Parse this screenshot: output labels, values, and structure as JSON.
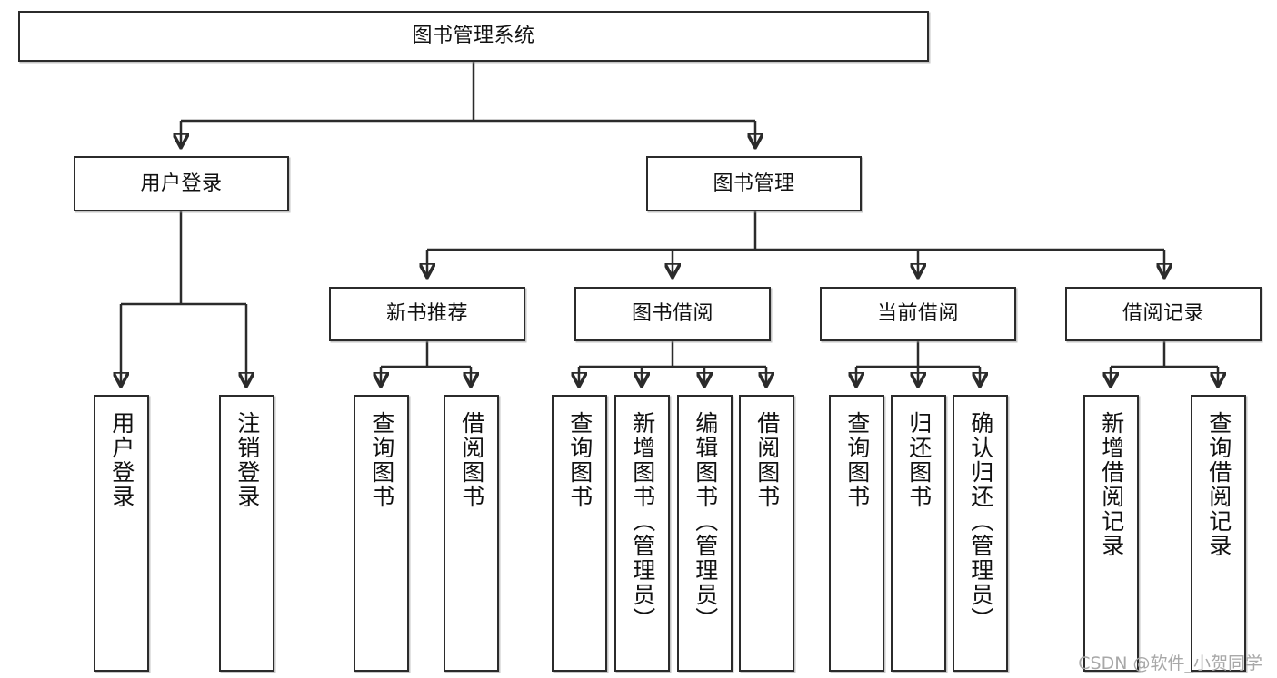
{
  "diagram": {
    "title_node": {
      "label": "图书管理系统"
    },
    "level1": [
      {
        "id": "user-login",
        "label": "用户登录"
      },
      {
        "id": "book-management",
        "label": "图书管理"
      }
    ],
    "level2": [
      {
        "id": "new-book-recommend",
        "label": "新书推荐"
      },
      {
        "id": "book-borrow",
        "label": "图书借阅"
      },
      {
        "id": "current-borrow",
        "label": "当前借阅"
      },
      {
        "id": "borrow-record",
        "label": "借阅记录"
      }
    ],
    "leaves": {
      "user_login": [
        {
          "id": "leaf-user-login",
          "label": "用户登录"
        },
        {
          "id": "leaf-logout-login",
          "label": "注销登录"
        }
      ],
      "new_book_recommend": [
        {
          "id": "leaf-query-book-1",
          "label": "查询图书"
        },
        {
          "id": "leaf-borrow-book-1",
          "label": "借阅图书"
        }
      ],
      "book_borrow": [
        {
          "id": "leaf-query-book-2",
          "label": "查询图书"
        },
        {
          "id": "leaf-add-book",
          "label": "新增图书（管理员）"
        },
        {
          "id": "leaf-edit-book",
          "label": "编辑图书（管理员）"
        },
        {
          "id": "leaf-borrow-book-2",
          "label": "借阅图书"
        }
      ],
      "current_borrow": [
        {
          "id": "leaf-query-book-3",
          "label": "查询图书"
        },
        {
          "id": "leaf-return-book",
          "label": "归还图书"
        },
        {
          "id": "leaf-confirm-return",
          "label": "确认归还（管理员）"
        }
      ],
      "borrow_record": [
        {
          "id": "leaf-add-record",
          "label": "新增借阅记录"
        },
        {
          "id": "leaf-query-record",
          "label": "查询借阅记录"
        }
      ]
    },
    "watermark": "CSDN @软件_小贺同学",
    "colors": {
      "stroke": "#2b2b2b",
      "background": "#ffffff",
      "text": "#111111",
      "watermark": "#a8a8a8"
    }
  }
}
